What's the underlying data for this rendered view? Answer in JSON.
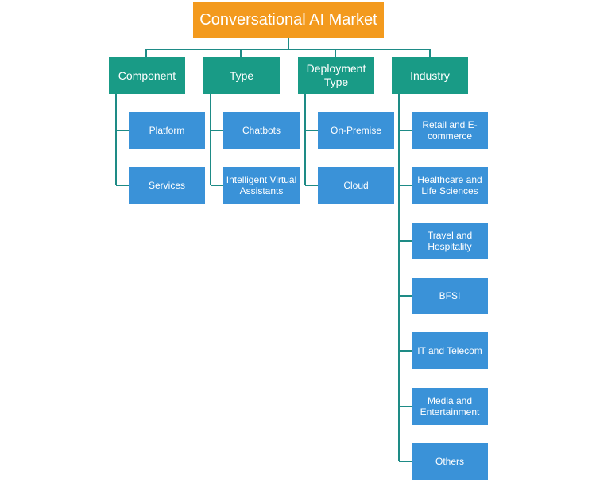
{
  "colors": {
    "root": "#f39a1e",
    "category": "#199b86",
    "leaf": "#3a92d8",
    "connector": "#1e8b86"
  },
  "root": {
    "label": "Conversational AI Market"
  },
  "categories": [
    {
      "label": "Component",
      "children": [
        "Platform",
        "Services"
      ]
    },
    {
      "label": "Type",
      "children": [
        "Chatbots",
        "Intelligent Virtual Assistants"
      ]
    },
    {
      "label": "Deployment Type",
      "children": [
        "On-Premise",
        "Cloud"
      ]
    },
    {
      "label": "Industry",
      "children": [
        "Retail and E-commerce",
        "Healthcare and Life Sciences",
        "Travel and Hospitality",
        "BFSI",
        "IT and Telecom",
        "Media and Entertainment",
        "Others"
      ]
    }
  ]
}
